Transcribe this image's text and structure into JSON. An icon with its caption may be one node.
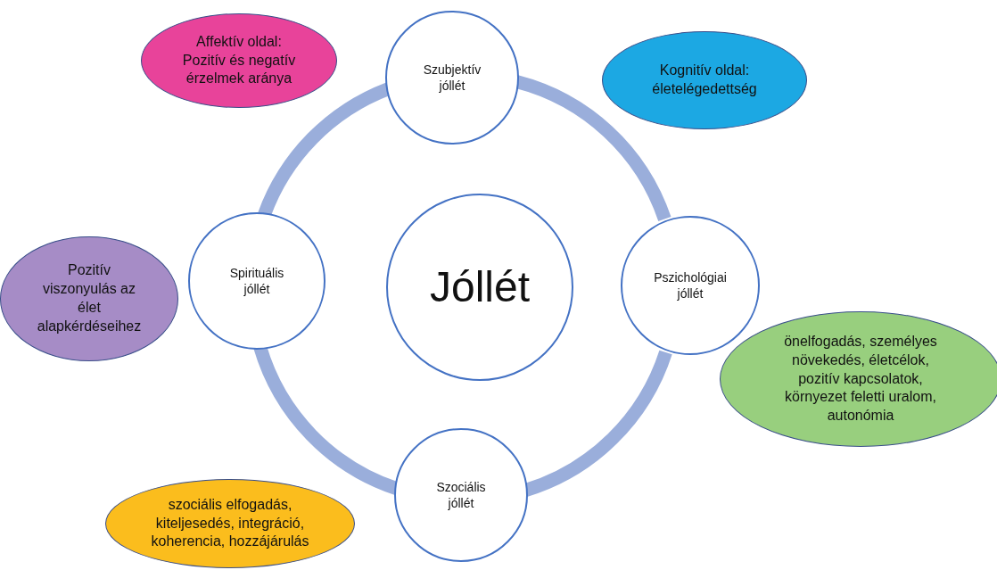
{
  "diagram": {
    "nodes": [
      {
        "text": [
          "Szubjektív jóllét"
        ]
      },
      {
        "text": [
          "Affektív oldal: Pozitív és negatív érzelmek aránya"
        ]
      },
      {
        "text": [
          "Kognitív oldal: életelégedettség"
        ]
      },
      {
        "text": [
          "Pozitív viszonyulás az élet alapkérdéseihez"
        ]
      },
      {
        "text": [
          "Spirituális jóllét"
        ]
      },
      {
        "text": [
          "Jóllét"
        ]
      },
      {
        "text": [
          "Pszichológiai jóllét"
        ]
      },
      {
        "text": [
          "önelfogadás, személyes növekedés, életcélok, pozitív kapcsolatok, környezet feletti uralom, autonómia"
        ]
      },
      {
        "text": [
          "szociális elfogadás, kiteljesedés, integráció, koherencia, hozzájárulás"
        ]
      },
      {
        "text": [
          "Szociális jóllét"
        ]
      }
    ],
    "edges": [
      {
        "from": 0,
        "to": 6,
        "arrow": "none"
      },
      {
        "from": 6,
        "to": 9,
        "arrow": "none"
      },
      {
        "from": 9,
        "to": 4,
        "arrow": "none"
      },
      {
        "from": 4,
        "to": 0,
        "arrow": "none"
      }
    ]
  }
}
